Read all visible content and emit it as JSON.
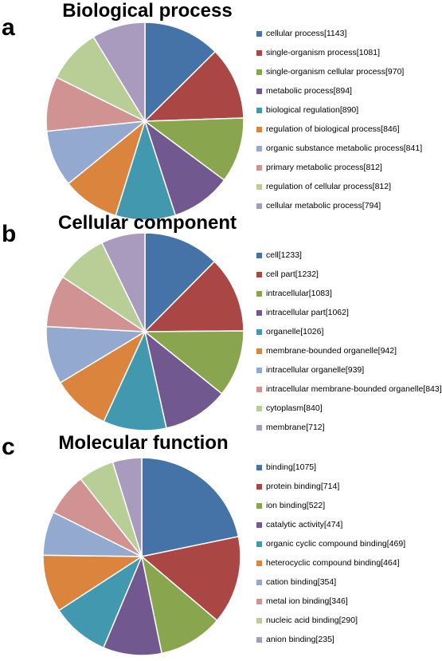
{
  "palette": [
    "#4572a7",
    "#aa4643",
    "#89a54e",
    "#71588f",
    "#4198af",
    "#db843d",
    "#93a9cf",
    "#d19392",
    "#b9cd96",
    "#a99bbd"
  ],
  "panels": [
    {
      "letter": "a",
      "title": "Biological process",
      "legend": [
        "cellular process[1143]",
        "single-organism process[1081]",
        "single-organism cellular process[970]",
        "metabolic process[894]",
        "biological regulation[890]",
        "regulation of biological process[846]",
        "organic substance metabolic process[841]",
        "primary metabolic process[812]",
        "regulation of cellular process[812]",
        "cellular metabolic process[794]"
      ]
    },
    {
      "letter": "b",
      "title": "Cellular component",
      "legend": [
        "cell[1233]",
        "cell part[1232]",
        "intracellular[1083]",
        "intracellular part[1062]",
        "organelle[1026]",
        "membrane-bounded organelle[942]",
        "intracellular organelle[939]",
        "intracellular membrane-bounded organelle[843]",
        "cytoplasm[840]",
        "membrane[712]"
      ]
    },
    {
      "letter": "c",
      "title": "Molecular function",
      "legend": [
        "binding[1075]",
        "protein binding[714]",
        "ion binding[522]",
        "catalytic activity[474]",
        "organic cyclic compound binding[469]",
        "heterocyclic compound binding[464]",
        "cation binding[354]",
        "metal ion binding[346]",
        "nucleic acid binding[290]",
        "anion binding[235]"
      ]
    }
  ],
  "chart_data": [
    {
      "type": "pie",
      "title": "Biological process",
      "categories": [
        "cellular process",
        "single-organism process",
        "single-organism cellular process",
        "metabolic process",
        "biological regulation",
        "regulation of biological process",
        "organic substance metabolic process",
        "primary metabolic process",
        "regulation of cellular process",
        "cellular metabolic process"
      ],
      "values": [
        1143,
        1081,
        970,
        894,
        890,
        846,
        841,
        812,
        812,
        794
      ],
      "legend_position": "right"
    },
    {
      "type": "pie",
      "title": "Cellular component",
      "categories": [
        "cell",
        "cell part",
        "intracellular",
        "intracellular part",
        "organelle",
        "membrane-bounded organelle",
        "intracellular organelle",
        "intracellular membrane-bounded organelle",
        "cytoplasm",
        "membrane"
      ],
      "values": [
        1233,
        1232,
        1083,
        1062,
        1026,
        942,
        939,
        843,
        840,
        712
      ],
      "legend_position": "right"
    },
    {
      "type": "pie",
      "title": "Molecular function",
      "categories": [
        "binding",
        "protein binding",
        "ion binding",
        "catalytic activity",
        "organic cyclic compound binding",
        "heterocyclic compound binding",
        "cation binding",
        "metal ion binding",
        "nucleic acid binding",
        "anion binding"
      ],
      "values": [
        1075,
        714,
        522,
        474,
        469,
        464,
        354,
        346,
        290,
        235
      ],
      "legend_position": "right"
    }
  ]
}
